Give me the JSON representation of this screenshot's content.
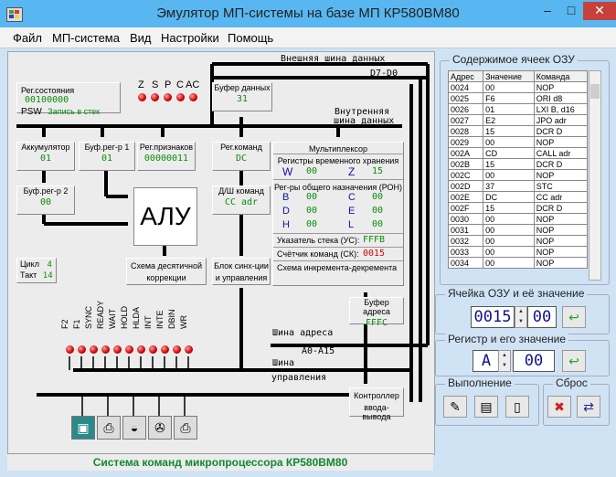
{
  "window": {
    "title": "Эмулятор МП-системы на базе МП КР580ВМ80",
    "min": "–",
    "max": "□",
    "close": "✕"
  },
  "menu": [
    "Файл",
    "МП-система",
    "Вид",
    "Настройки",
    "Помощь"
  ],
  "bus": {
    "external": "Внешняя шина данных",
    "external_range": "D7-D0",
    "internal_1": "Внутренняя",
    "internal_2": "шина данных",
    "address": "Шина адреса",
    "address_range": "A0-A15",
    "control_1": "Шина",
    "control_2": "управления"
  },
  "psw": {
    "label": "Рег.состояния",
    "value": "00100000",
    "sub_label": "PSW",
    "sub_note": "Запись в стек"
  },
  "flags": [
    "Z",
    "S",
    "P",
    "C",
    "AC"
  ],
  "data_buffer": {
    "label": "Буфер данных",
    "value": "31"
  },
  "accumulator": {
    "label": "Аккумулятор",
    "value": "01"
  },
  "buf_reg_1": {
    "label": "Буф.рег-р 1",
    "value": "01"
  },
  "flag_reg": {
    "label": "Рег.признаков",
    "value": "00000011"
  },
  "cmd_reg": {
    "label": "Рег.команд",
    "value": "DC"
  },
  "buf_reg_2": {
    "label": "Буф.рег-р 2",
    "value": "00"
  },
  "decoder": {
    "label": "Д/Ш команд",
    "value": "CC adr"
  },
  "alu": "АЛУ",
  "decimal_corr_1": "Схема десятичной",
  "decimal_corr_2": "коррекции",
  "sync_block_1": "Блок синх-ции",
  "sync_block_2": "и управления",
  "cycle": {
    "label": "Цикл",
    "value": "4"
  },
  "tact": {
    "label": "Такт",
    "value": "14"
  },
  "mux": {
    "label": "Мультиплексор",
    "temp_label": "Регистры временного хранения",
    "W_name": "W",
    "W": "00",
    "Z_name": "Z",
    "Z": "15"
  },
  "gpr": {
    "label": "Рег-ры общего назначения (РОН)",
    "B_name": "B",
    "B": "00",
    "C_name": "C",
    "C": "00",
    "D_name": "D",
    "D": "00",
    "E_name": "E",
    "E": "00",
    "H_name": "H",
    "H": "00",
    "L_name": "L",
    "L": "00"
  },
  "sp": {
    "label": "Указатель стека (УС):",
    "value": "FFFB"
  },
  "pc": {
    "label": "Счётчик команд (СК):",
    "value": "0015"
  },
  "incdec": "Схема инкремента-декремента",
  "addr_buffer": {
    "label": "Буфер адреса",
    "value": "FFFC"
  },
  "io_controller_1": "Контроллер",
  "io_controller_2": "ввода-вывода",
  "signals": [
    "F2",
    "F1",
    "SYNC",
    "READY",
    "WAIT",
    "HOLD",
    "HLDA",
    "INT",
    "INTE",
    "DBIN",
    "WR"
  ],
  "devices": [
    "monitor-icon",
    "printer-icon",
    "disk-icon",
    "tape-icon",
    "printer2-icon"
  ],
  "status": "Система команд микропроцессора КР580ВМ80",
  "ram": {
    "title": "Содержимое ячеек ОЗУ",
    "headers": [
      "Адрес",
      "Значение",
      "Команда"
    ],
    "rows": [
      [
        "0024",
        "00",
        "NOP"
      ],
      [
        "0025",
        "F6",
        "ORI d8"
      ],
      [
        "0026",
        "01",
        "LXI B, d16"
      ],
      [
        "0027",
        "E2",
        "JPO adr"
      ],
      [
        "0028",
        "15",
        "DCR D"
      ],
      [
        "0029",
        "00",
        "NOP"
      ],
      [
        "002A",
        "CD",
        "CALL adr"
      ],
      [
        "002B",
        "15",
        "DCR D"
      ],
      [
        "002C",
        "00",
        "NOP"
      ],
      [
        "002D",
        "37",
        "STC"
      ],
      [
        "002E",
        "DC",
        "CC adr"
      ],
      [
        "002F",
        "15",
        "DCR D"
      ],
      [
        "0030",
        "00",
        "NOP"
      ],
      [
        "0031",
        "00",
        "NOP"
      ],
      [
        "0032",
        "00",
        "NOP"
      ],
      [
        "0033",
        "00",
        "NOP"
      ],
      [
        "0034",
        "00",
        "NOP"
      ]
    ]
  },
  "cell": {
    "title": "Ячейка ОЗУ и её значение",
    "address": "0015",
    "value": "00"
  },
  "register": {
    "title": "Регистр и его значение",
    "name": "A",
    "value": "00"
  },
  "execution": {
    "title": "Выполнение"
  },
  "reset": {
    "title": "Сброс"
  }
}
